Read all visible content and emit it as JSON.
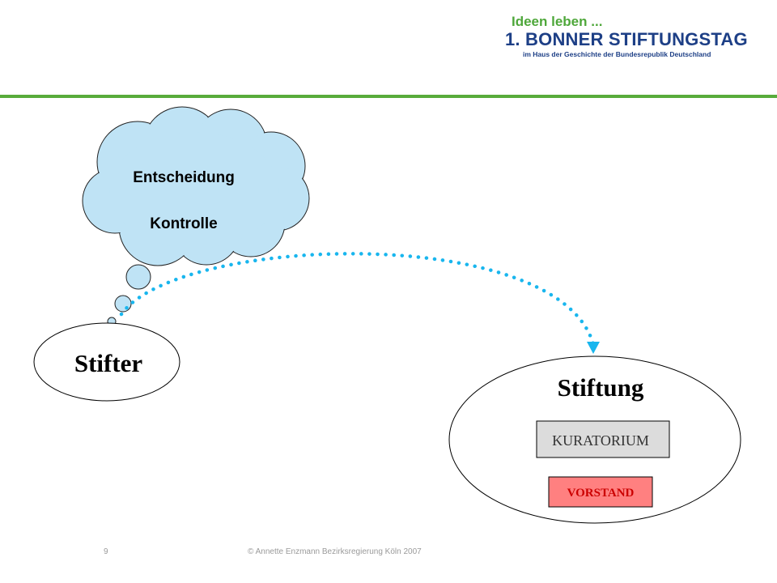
{
  "logo": {
    "line1": "Ideen leben ...",
    "line2": "1. BONNER STIFTUNGSTAG",
    "line3": "im Haus der Geschichte der Bundesrepublik Deutschland"
  },
  "cloud": {
    "line1": "Entscheidung",
    "line2": "Kontrolle"
  },
  "stifter": {
    "label": "Stifter"
  },
  "stiftung": {
    "label": "Stiftung",
    "kuratorium": "KURATORIUM",
    "vorstand": "VORSTAND"
  },
  "colors": {
    "cloud_fill": "#bfe3f5",
    "arrow": "#19b6ee",
    "green_rule": "#58ab3b",
    "logo_green": "#4ea73a",
    "logo_blue": "#1d3f86",
    "kuratorium_fill": "#dcdcdc",
    "vorstand_fill": "#ff8080",
    "vorstand_text": "#cc0000"
  },
  "footer": {
    "page": "9",
    "copyright": "© Annette Enzmann Bezirksregierung Köln 2007"
  }
}
